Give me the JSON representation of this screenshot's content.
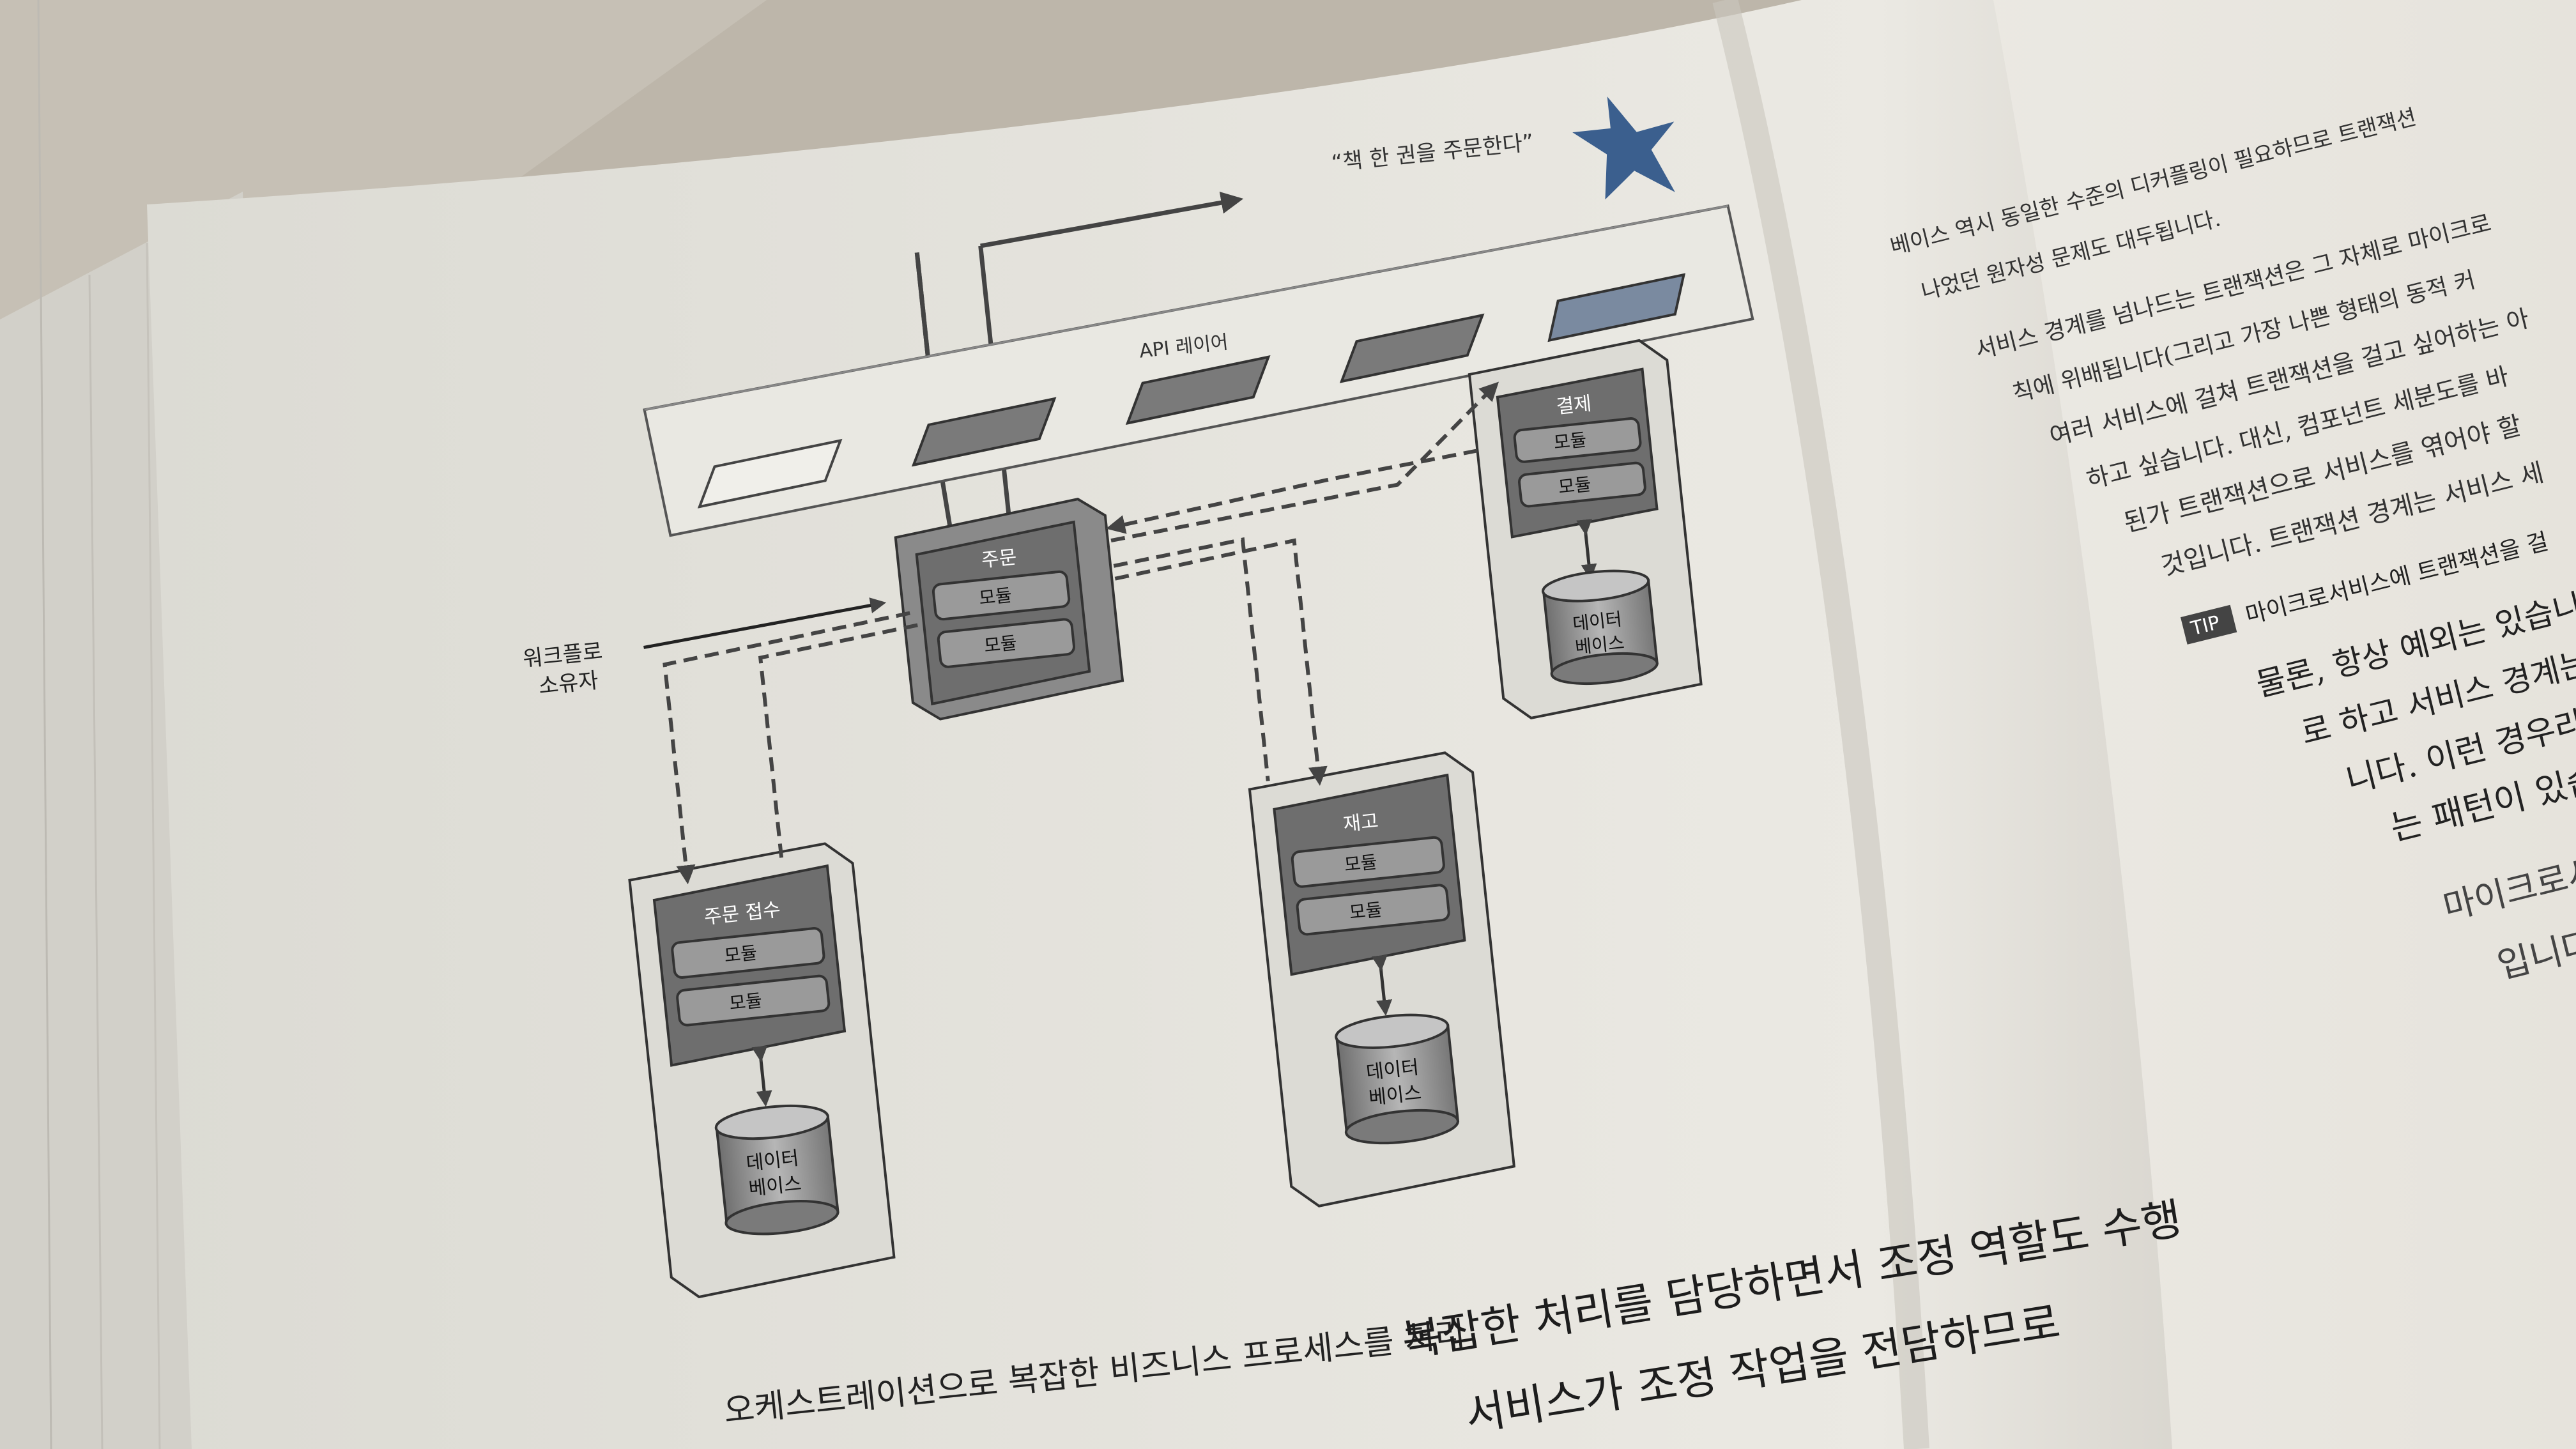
{
  "diagram": {
    "annotation": "“책 한 권을 주문한다”",
    "api_layer_label": "API 레이어",
    "workflow_owner_label": [
      "워크플로",
      "소유자"
    ],
    "services": [
      {
        "id": "order",
        "title": "주문",
        "modules": [
          "모듈",
          "모듈"
        ]
      },
      {
        "id": "payment",
        "title": "결제",
        "modules": [
          "모듈",
          "모듈"
        ],
        "db": [
          "데이터",
          "베이스"
        ]
      },
      {
        "id": "order-intake",
        "title": "주문 접수",
        "modules": [
          "모듈",
          "모듈"
        ],
        "db": [
          "데이터",
          "베이스"
        ]
      },
      {
        "id": "inventory",
        "title": "재고",
        "modules": [
          "모듈",
          "모듈"
        ],
        "db": [
          "데이터",
          "베이스"
        ]
      }
    ]
  },
  "caption": "오케스트레이션으로 복잡한 비즈니스 프로세스를 처리",
  "left_page_body": [
    "복잡한 처리를 담당하면서 조정 역할도 수행",
    "서비스가 조정 작업을 전담하므로"
  ],
  "right_page": {
    "lines": [
      "베이스 역시 동일한 수준의 디커플링이 필요하므로 트랜잭션",
      "나었던 원자성 문제도 대두됩니다.",
      "서비스 경계를 넘나드는 트랜잭션은 그 자체로 마이크로",
      "칙에 위배됩니다(그리고 가장 나쁜 형태의 동적 커",
      "여러 서비스에 걸쳐 트랜잭션을 걸고 싶어하는 아",
      "하고 싶습니다. 대신, 컴포넌트 세분도를 바",
      "된가 트랜잭션으로 서비스를 엮어야 할",
      "것입니다. 트랜잭션 경계는 서비스 세"
    ],
    "tip_badge": "TIP",
    "tip_title": "마이크로서비스에 트랜잭션을 걸",
    "tip_lines": [
      "물론, 항상 예외는 있습니",
      "로 하고 서비스 경계는",
      "니다. 이런 경우라면",
      "는 패턴이 있습니"
    ],
    "closing_lines": [
      "마이크로서비",
      "입니다."
    ]
  }
}
